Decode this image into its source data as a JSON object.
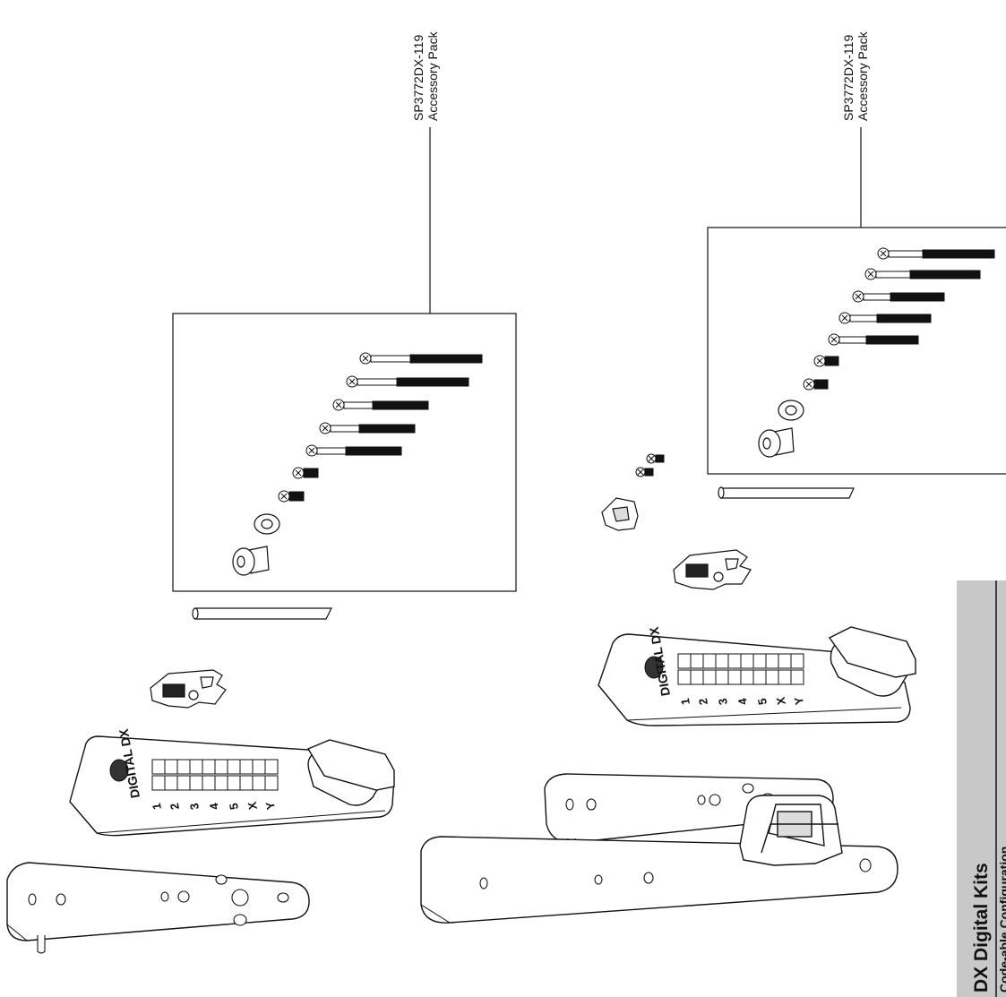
{
  "accessory_pack_left": {
    "part_number": "SP3772DX-119",
    "name": "Accessory Pack"
  },
  "accessory_pack_right": {
    "part_number": "SP3772DX-119",
    "name": "Accessory Pack"
  },
  "keypad_left": {
    "brand": "DIGITAL DX",
    "keys": [
      "1",
      "2",
      "3",
      "4",
      "5",
      "X",
      "Y"
    ]
  },
  "keypad_right": {
    "brand": "DIGITAL DX",
    "keys": [
      "1",
      "2",
      "3",
      "4",
      "5",
      "X",
      "Y"
    ]
  },
  "title_block": {
    "title": "DX Digital Kits",
    "subtitle": "Code-able Configuration"
  },
  "colors": {
    "line": "#111111",
    "title_bar": "#c8c8c8"
  }
}
